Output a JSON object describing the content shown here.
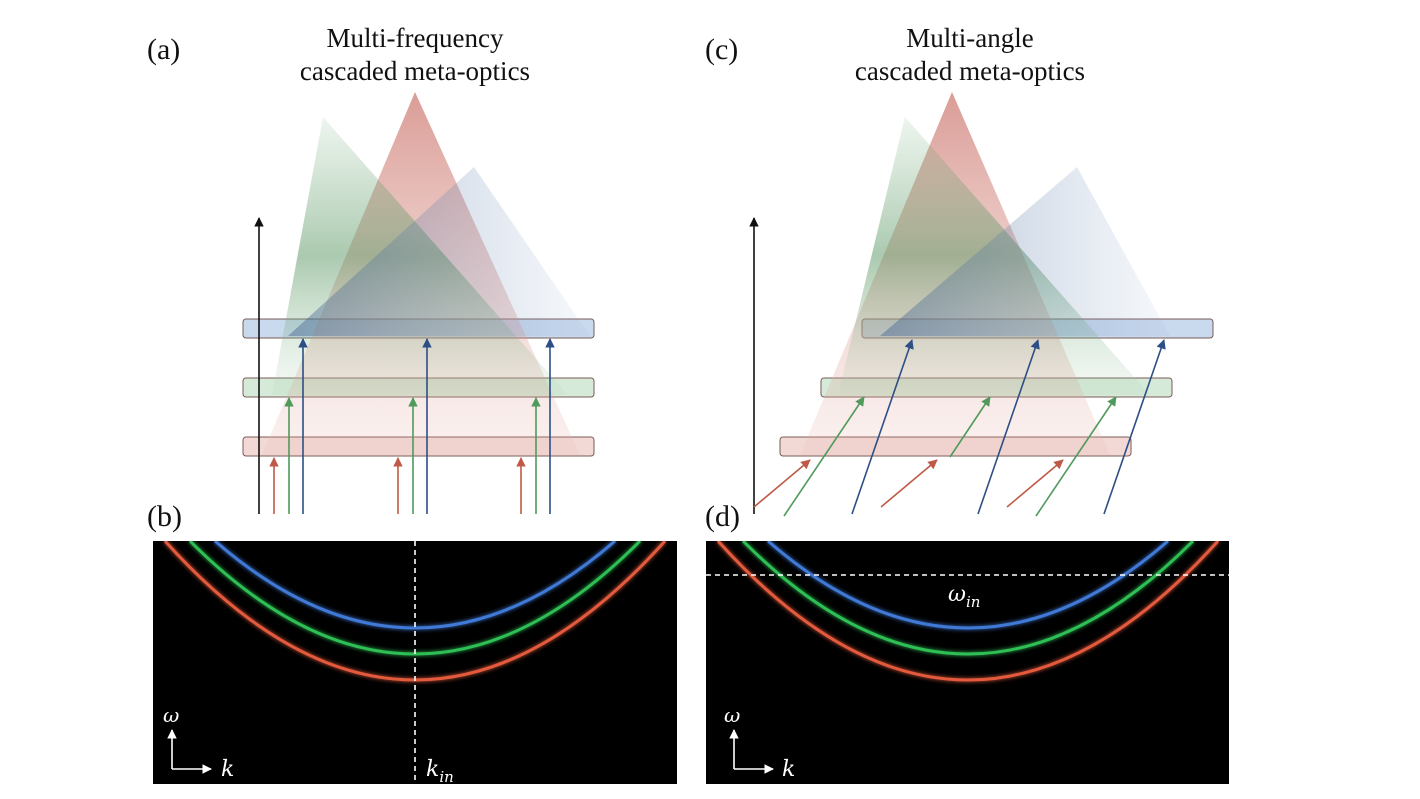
{
  "panel_a": {
    "label": "(a)",
    "title_line1": "Multi-frequency",
    "title_line2": "cascaded meta-optics"
  },
  "panel_b": {
    "label": "(b)",
    "axis_y": "ω",
    "axis_x": "k",
    "marker": "k",
    "marker_sub": "in"
  },
  "panel_c": {
    "label": "(c)",
    "title_line1": "Multi-angle",
    "title_line2": "cascaded meta-optics"
  },
  "panel_d": {
    "label": "(d)",
    "axis_y": "ω",
    "axis_x": "k",
    "marker": "ω",
    "marker_sub": "in"
  },
  "colors": {
    "red": "#c05a48",
    "green": "#4f9a5c",
    "blue": "#2d4f85",
    "red_fill": "#f2d9d6",
    "green_fill": "#d6ead9",
    "blue_fill": "#c9d9ee",
    "band_blue": "#3f79d6",
    "band_green": "#2fbf55",
    "band_red": "#e45a3e"
  }
}
